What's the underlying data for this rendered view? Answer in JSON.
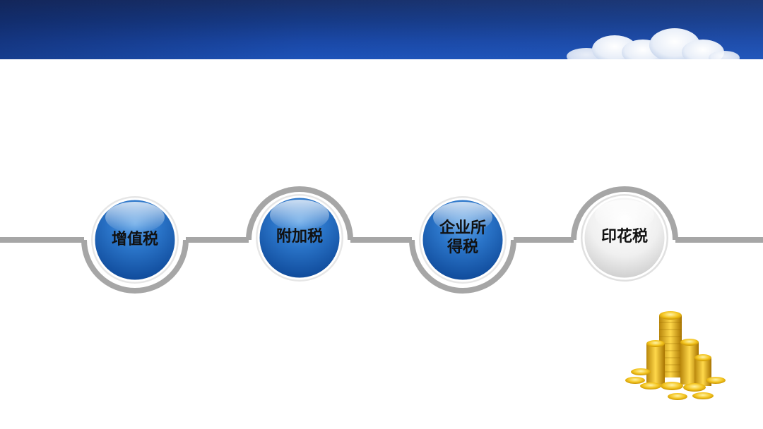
{
  "slide": {
    "steps": [
      {
        "label": "增值税",
        "style": "blue"
      },
      {
        "label": "附加税",
        "style": "blue"
      },
      {
        "label": "企业所\n得税",
        "style": "blue"
      },
      {
        "label": "印花税",
        "style": "white"
      }
    ]
  },
  "colors": {
    "banner_dark": "#18306a",
    "banner_light": "#1d53b9",
    "circle_blue": "#1f68bf",
    "circle_white": "#f2f2f2",
    "line_gray": "#a6a6a6"
  }
}
